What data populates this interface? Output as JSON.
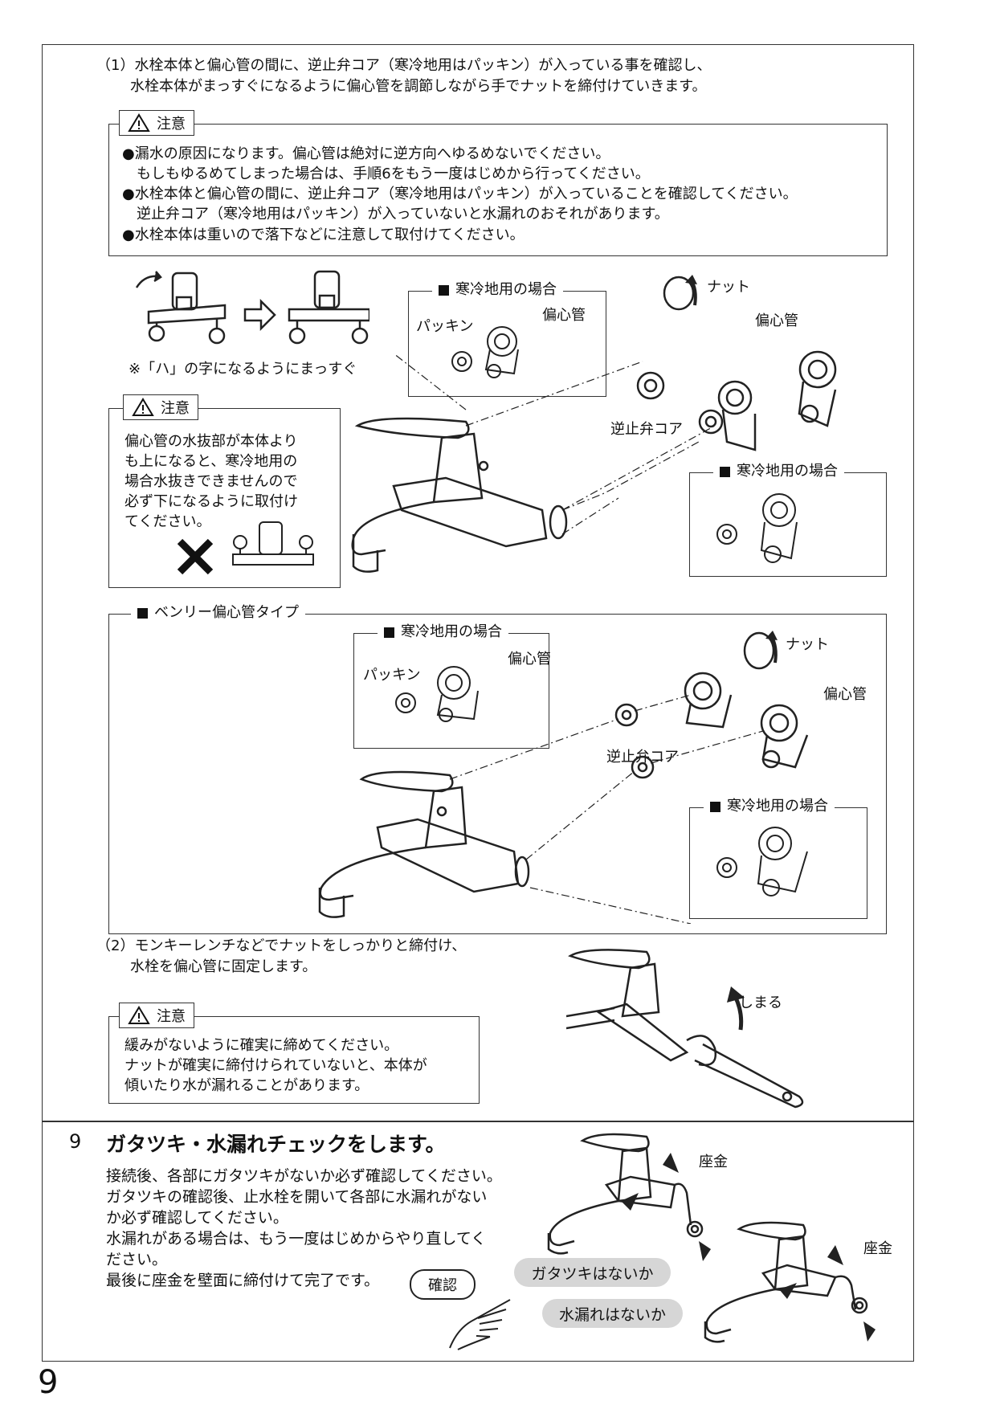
{
  "section1": {
    "line1": "（1）水栓本体と偏心管の間に、逆止弁コア（寒冷地用はパッキン）が入っている事を確認し、",
    "line2": "水栓本体がまっすぐになるように偏心管を調節しながら手でナットを締付けていきます。"
  },
  "caution_label": "注意",
  "caution1": [
    "●漏水の原因になります。偏心管は絶対に逆方向へゆるめないでください。",
    "　もしもゆるめてしまった場合は、手順6をもう一度はじめから行ってください。",
    "●水栓本体と偏心管の間に、逆止弁コア（寒冷地用はパッキン）が入っていることを確認してください。",
    "　逆止弁コア（寒冷地用はパッキン）が入っていないと水漏れのおそれがあります。",
    "●水栓本体は重いので落下などに注意して取付けてください。"
  ],
  "diagram1": {
    "note": "※「ハ」の字になるようにまっすぐ",
    "cold_region_title": "寒冷地用の場合",
    "packing": "パッキン",
    "eccentric_pipe": "偏心管",
    "nut": "ナット",
    "check_valve_core": "逆止弁コア"
  },
  "caution2": [
    "偏心管の水抜部が本体より",
    "も上になると、寒冷地用の",
    "場合水抜きできませんので",
    "必ず下になるように取付け",
    "てください。"
  ],
  "benri_title": "ベンリー偏心管タイプ",
  "section2": {
    "line1": "（2）モンキーレンチなどでナットをしっかりと締付け、",
    "line2": "水栓を偏心管に固定します。",
    "tighten": "しまる"
  },
  "caution3": [
    "緩みがないように確実に締めてください。",
    "ナットが確実に締付けられていないと、本体が",
    "傾いたり水が漏れることがあります。"
  ],
  "step9": {
    "number": "9",
    "title": "ガタツキ・水漏れチェックをします。",
    "body": [
      "接続後、各部にガタツキがないか必ず確認してください。",
      "ガタツキの確認後、止水栓を開いて各部に水漏れがない",
      "か必ず確認してください。",
      "水漏れがある場合は、もう一度はじめからやり直してく",
      "ださい。",
      "最後に座金を壁面に締付けて完了です。"
    ],
    "confirm": "確認",
    "check_rattle": "ガタツキはないか",
    "check_leak": "水漏れはないか",
    "washer": "座金"
  },
  "page_number": "9"
}
